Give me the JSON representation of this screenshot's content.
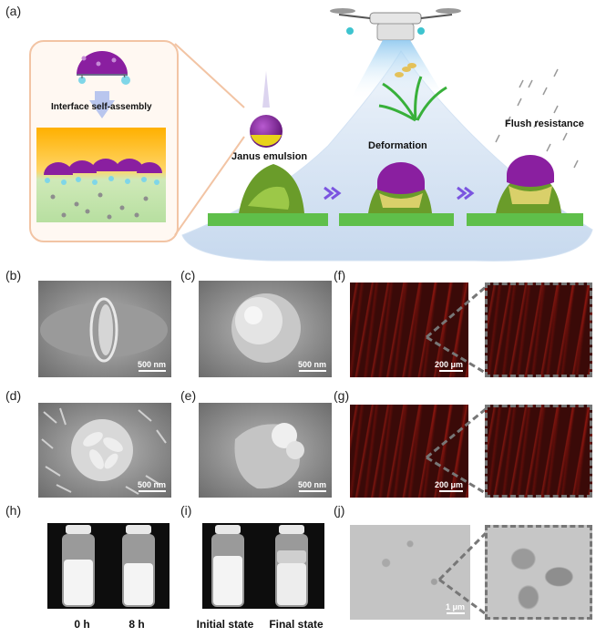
{
  "panel_labels": {
    "a": "(a)",
    "b": "(b)",
    "c": "(c)",
    "d": "(d)",
    "e": "(e)",
    "f": "(f)",
    "g": "(g)",
    "h": "(h)",
    "i": "(i)",
    "j": "(j)"
  },
  "schematic": {
    "interface_label": "Interface self-assembly",
    "janus_label": "Janus emulsion",
    "deformation_label": "Deformation",
    "flush_label": "Flush resistance"
  },
  "scalebars": {
    "b": "500 nm",
    "c": "500 nm",
    "d": "500 nm",
    "e": "500 nm",
    "f": "200 μm",
    "g": "200 μm",
    "j": "1 μm"
  },
  "bottles_h": [
    "0 h",
    "8 h"
  ],
  "bottles_i": [
    "Initial state",
    "Final state"
  ],
  "colors": {
    "janus_top": "#8a1fa0",
    "janus_bottom": "#e8d21a",
    "leaf_green": "#4caf50",
    "fluorescence": "#b01e14",
    "accent_arrow": "#7b55e0"
  }
}
